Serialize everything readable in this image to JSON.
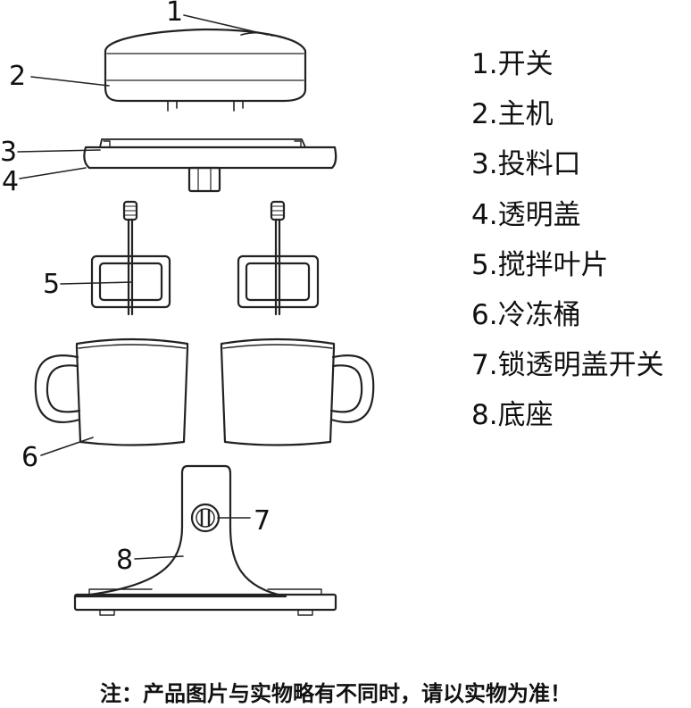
{
  "callouts": {
    "n1": "1",
    "n2": "2",
    "n3": "3",
    "n4": "4",
    "n5": "5",
    "n6": "6",
    "n7": "7",
    "n8": "8"
  },
  "legend": [
    {
      "label": "1.开关"
    },
    {
      "label": "2.主机"
    },
    {
      "label": "3.投料口"
    },
    {
      "label": "4.透明盖"
    },
    {
      "label": "5.搅拌叶片"
    },
    {
      "label": "6.冷冻桶"
    },
    {
      "label": "7.锁透明盖开关"
    },
    {
      "label": "8.底座"
    }
  ],
  "note": "注：产品图片与实物略有不同时，请以实物为准！"
}
